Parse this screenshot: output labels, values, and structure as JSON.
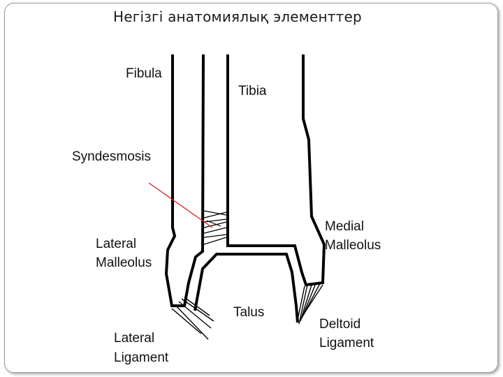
{
  "slide": {
    "title": "Негізгі анатомиялық элементтер"
  },
  "diagram": {
    "labels": {
      "fibula": "Fibula",
      "tibia": "Tibia",
      "syndesmosis": "Syndesmosis",
      "lateral_malleolus": [
        "Lateral",
        "Malleolus"
      ],
      "medial_malleolus": [
        "Medial",
        "Malleolus"
      ],
      "talus": "Talus",
      "lateral_ligament": [
        "Lateral",
        "Ligament"
      ],
      "deltoid_ligament": [
        "Deltoid",
        "Ligament"
      ]
    },
    "colors": {
      "outline": "#000000",
      "pointer": "#e02020"
    }
  }
}
